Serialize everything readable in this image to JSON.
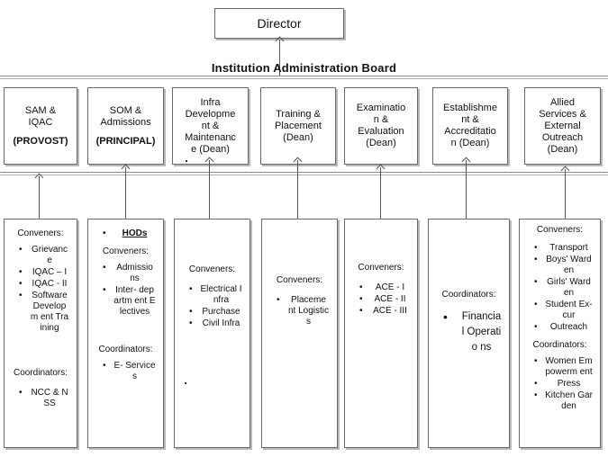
{
  "director": "Director",
  "board_title": "Institution Administration Board",
  "units": [
    {
      "name": "SAM &\nIQAC",
      "role": "(PROVOST)"
    },
    {
      "name": "SOM &\nAdmissions",
      "role": "(PRINCIPAL)"
    },
    {
      "name": "Infra\nDevelopme\nnt &\nMaintenanc\ne (Dean)",
      "role": ""
    },
    {
      "name": "Training &\nPlacement\n(Dean)",
      "role": ""
    },
    {
      "name": "Examinatio\nn &\nEvaluation\n(Dean)",
      "role": ""
    },
    {
      "name": "Establishme\nnt &\nAccreditatio\nn (Dean)",
      "role": ""
    },
    {
      "name": "Allied\nServices &\nExternal\nOutreach\n(Dean)",
      "role": ""
    }
  ],
  "subunits": {
    "sam": {
      "conveners_label": "Conveners:",
      "conveners": [
        "Grievanc e",
        "IQAC – I",
        "IQAC - II",
        "Software Developm ent Training"
      ],
      "coordinators_label": "Coordinators:",
      "coordinators": [
        "NCC & NSS"
      ]
    },
    "som": {
      "hods": "HODs",
      "conveners_label": "Conveners:",
      "conveners": [
        "Admissio ns",
        "Inter- departm ent Electives"
      ],
      "coordinators_label": "Coordinators:",
      "coordinators": [
        "E- Services"
      ]
    },
    "infra": {
      "conveners_label": "Conveners:",
      "conveners": [
        "Electrical Infra",
        "Purchase",
        "Civil Infra"
      ]
    },
    "training": {
      "conveners_label": "Conveners:",
      "conveners": [
        "Placeme nt Logistics"
      ]
    },
    "exam": {
      "conveners_label": "Conveners:",
      "conveners": [
        "ACE - I",
        "ACE - II",
        "ACE - III"
      ]
    },
    "estab": {
      "coordinators_label": "Coordinators:",
      "coordinators": [
        "Financial Operatio ns"
      ]
    },
    "allied": {
      "conveners_label": "Conveners:",
      "conveners": [
        "Transport",
        "Boys' Warden",
        "Girls' Warden",
        "Student Ex-cur",
        "Outreach"
      ],
      "coordinators_label": "Coordinators:",
      "coordinators": [
        "Women Empowerm ent",
        "Press",
        "Kitchen Garden"
      ]
    }
  }
}
